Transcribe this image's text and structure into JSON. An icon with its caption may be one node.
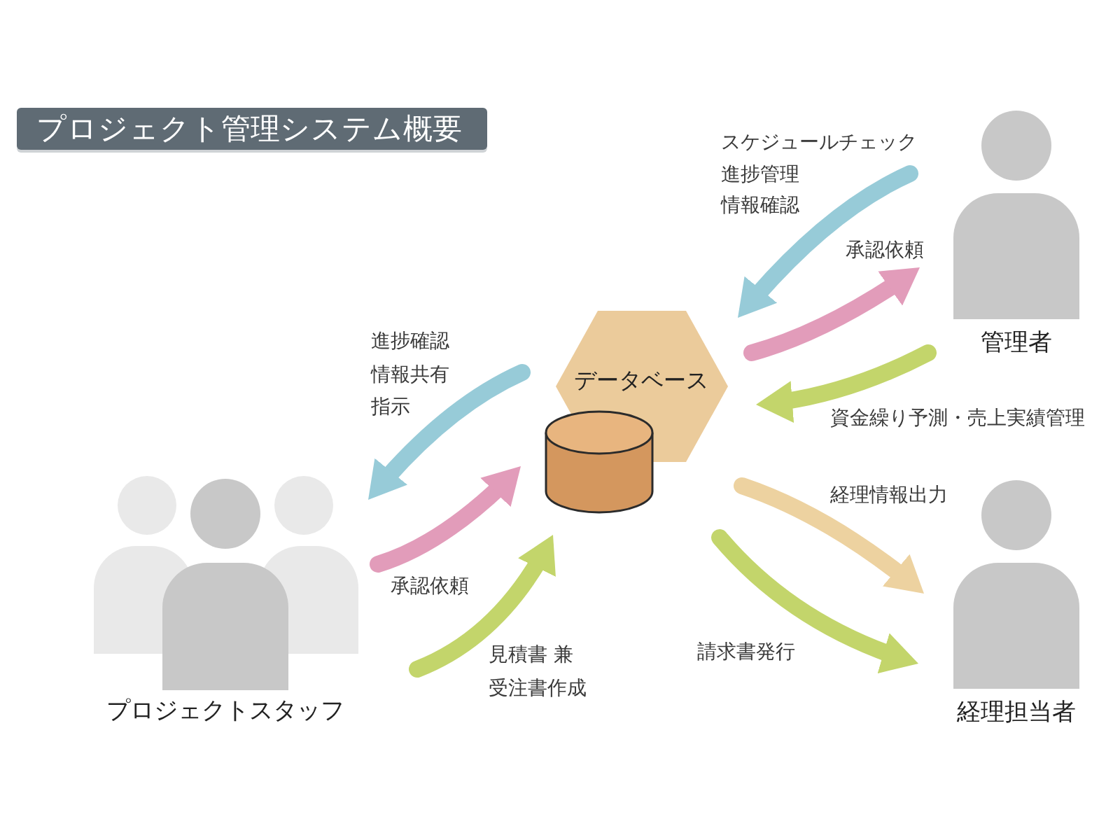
{
  "diagram": {
    "title": "プロジェクト管理システム概要",
    "nodes": [
      {
        "text": [
          "管理者"
        ]
      },
      {
        "text": [
          "データベース"
        ]
      },
      {
        "text": [
          "プロジェクトスタッフ"
        ]
      },
      {
        "text": [
          "経理担当者"
        ]
      }
    ],
    "edges": [
      {
        "from": 0,
        "to": 1,
        "arrow": "to",
        "color": "#97cbd8",
        "label": "スケジュールチェック進捗管理情報確認"
      },
      {
        "from": 1,
        "to": 0,
        "arrow": "to",
        "color": "#e29cba",
        "label": "承認依頼"
      },
      {
        "from": 0,
        "to": 1,
        "arrow": "to",
        "color": "#c3d56b",
        "label": "資金繰り予測・売上実績管理"
      },
      {
        "from": 1,
        "to": 2,
        "arrow": "to",
        "color": "#97cbd8",
        "label": "進捗確認情報共有指示"
      },
      {
        "from": 2,
        "to": 1,
        "arrow": "to",
        "color": "#e29cba",
        "label": "承認依頼"
      },
      {
        "from": 2,
        "to": 1,
        "arrow": "to",
        "color": "#c3d56b",
        "label": "見積書 兼受注書作成"
      },
      {
        "from": 1,
        "to": 3,
        "arrow": "to",
        "color": "#edd2a0",
        "label": "経理情報出力"
      },
      {
        "from": 1,
        "to": 3,
        "arrow": "to",
        "color": "#c3d56b",
        "label": "請求書発行"
      }
    ]
  }
}
